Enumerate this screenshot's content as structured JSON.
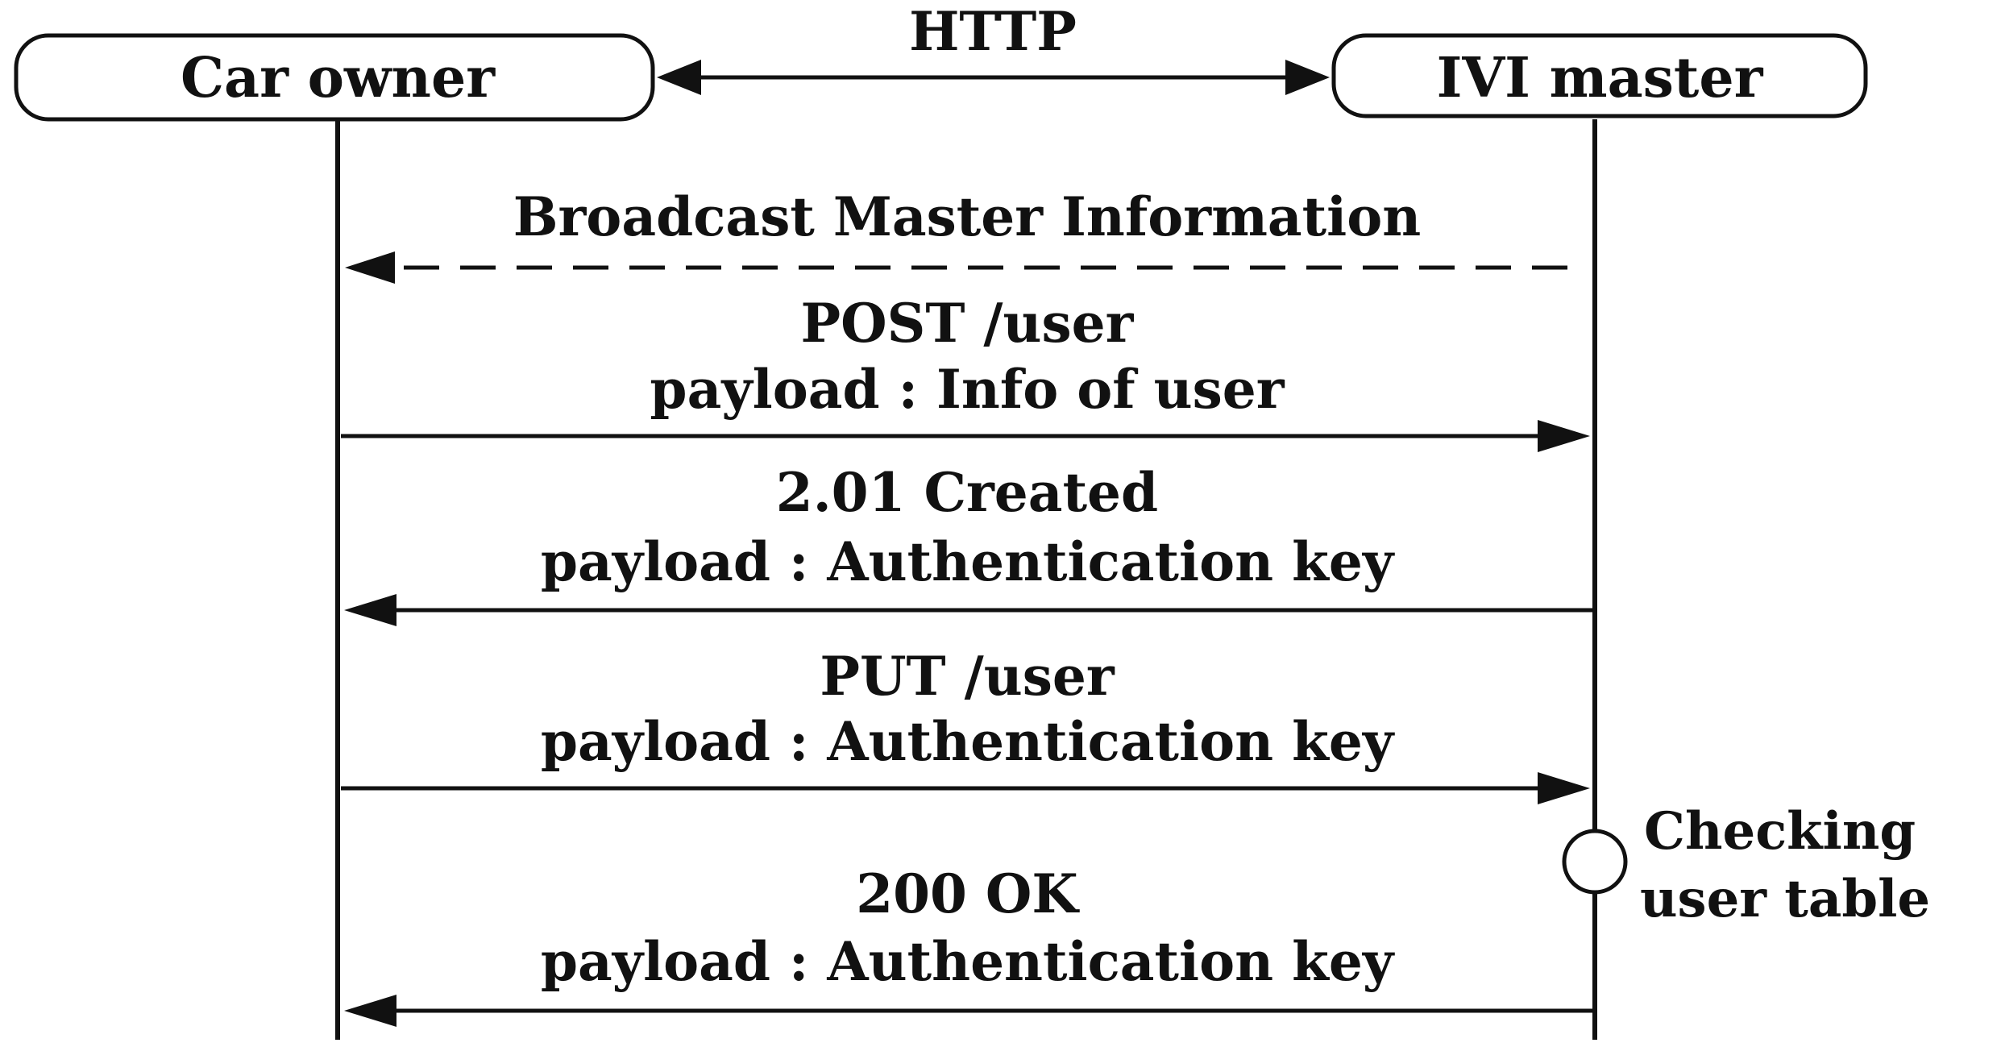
{
  "protocol": {
    "label": "HTTP"
  },
  "actors": [
    {
      "id": "car-owner",
      "label": "Car owner"
    },
    {
      "id": "ivi-master",
      "label": "IVI master"
    }
  ],
  "messages": [
    {
      "direction": "to-left",
      "style": "dashed",
      "lines": [
        "Broadcast Master Information"
      ]
    },
    {
      "direction": "to-right",
      "style": "solid",
      "lines": [
        "POST /user",
        "payload : Info of user"
      ]
    },
    {
      "direction": "to-left",
      "style": "solid",
      "lines": [
        "2.01 Created",
        "payload : Authentication key"
      ]
    },
    {
      "direction": "to-right",
      "style": "solid",
      "lines": [
        "PUT /user",
        "payload : Authentication key"
      ]
    },
    {
      "direction": "to-left",
      "style": "solid",
      "lines": [
        "200 OK",
        "payload : Authentication key"
      ]
    }
  ],
  "note": {
    "lines": [
      "Checking",
      "user table"
    ]
  }
}
